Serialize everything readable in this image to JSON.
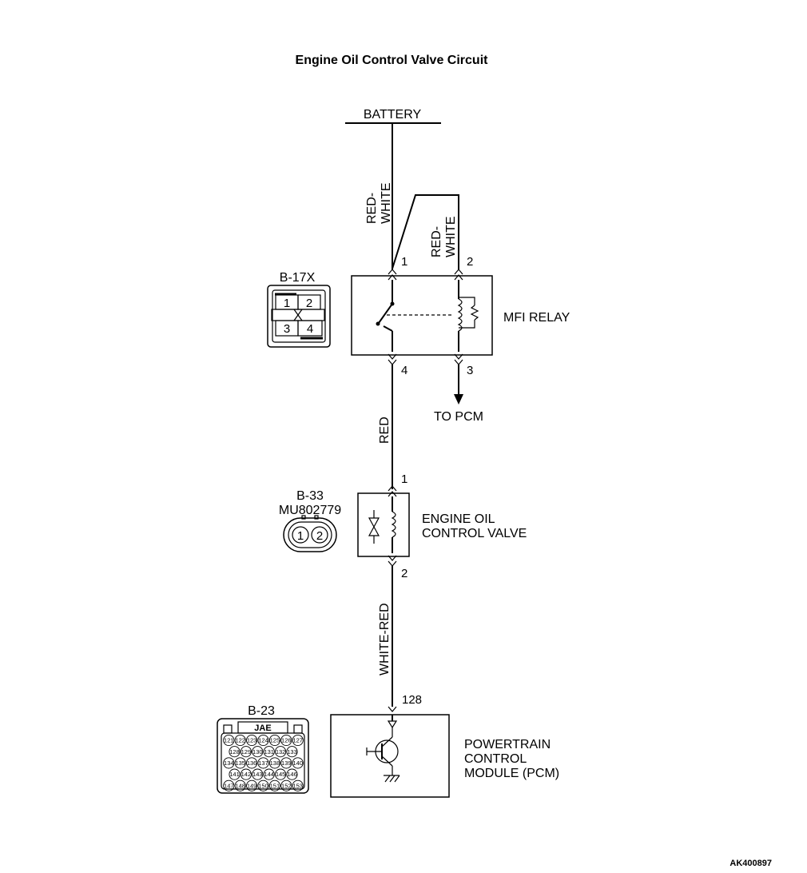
{
  "diagram": {
    "title": "Engine Oil Control Valve Circuit",
    "code": "AK400897"
  },
  "battery": {
    "label": "BATTERY"
  },
  "wires": {
    "battery_to_relay": "RED-WHITE",
    "battery_to_relay_l1": "RED-",
    "battery_to_relay_l2": "WHITE",
    "relay_coil": "RED-WHITE",
    "relay_coil_l1": "RED-",
    "relay_coil_l2": "WHITE",
    "relay_to_valve": "RED",
    "valve_to_pcm": "WHITE-RED"
  },
  "relay": {
    "name": "MFI RELAY",
    "pins": {
      "p1": "1",
      "p2": "2",
      "p3": "3",
      "p4": "4"
    },
    "to_pcm": "TO PCM"
  },
  "valve": {
    "name_line1": "ENGINE OIL",
    "name_line2": "CONTROL VALVE",
    "pins": {
      "p1": "1",
      "p2": "2"
    }
  },
  "pcm": {
    "name_line1": "POWERTRAIN",
    "name_line2": "CONTROL",
    "name_line3": "MODULE (PCM)",
    "pin": "128"
  },
  "connectors": {
    "b17x": {
      "id": "B-17X",
      "pins": [
        "1",
        "2",
        "3",
        "4"
      ]
    },
    "b33": {
      "id": "B-33",
      "part": "MU802779",
      "pins": [
        "1",
        "2"
      ]
    },
    "b23": {
      "id": "B-23",
      "label": "JAE",
      "rows": [
        [
          "121",
          "122",
          "123",
          "124",
          "125",
          "126",
          "127"
        ],
        [
          "128",
          "129",
          "130",
          "131",
          "132",
          "133"
        ],
        [
          "134",
          "135",
          "136",
          "137",
          "138",
          "139",
          "140"
        ],
        [
          "141",
          "142",
          "143",
          "144",
          "145",
          "146"
        ],
        [
          "147",
          "148",
          "149",
          "150",
          "151",
          "152",
          "153"
        ]
      ]
    }
  }
}
